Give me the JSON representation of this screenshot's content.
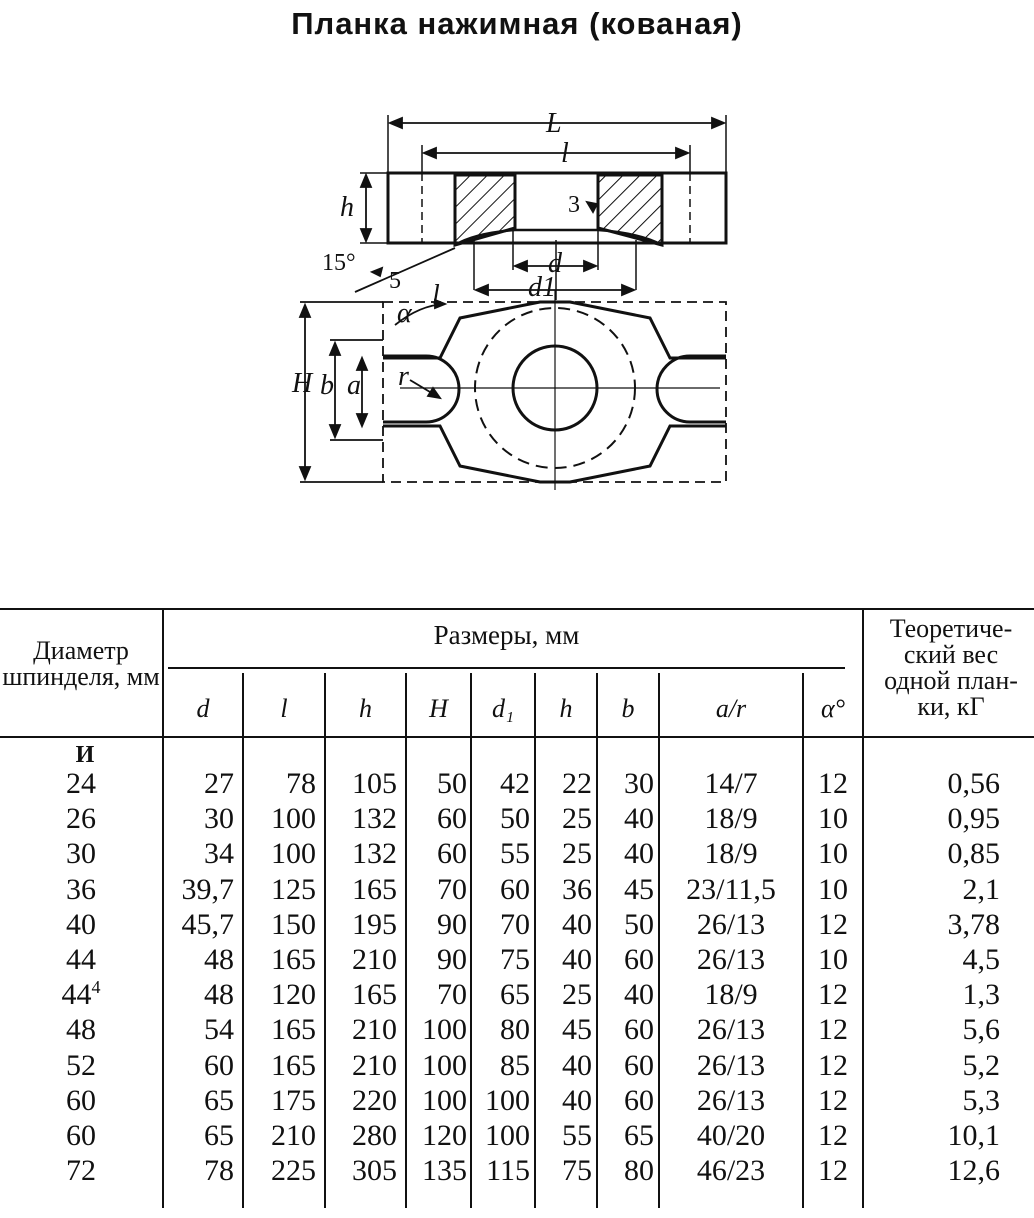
{
  "title": "Планка нажимная (кованая)",
  "drawing": {
    "labels": {
      "L": "L",
      "l": "l",
      "h": "h",
      "angle": "15°",
      "chamfer": "5",
      "depth": "3",
      "d": "d",
      "d1": "d1",
      "alpha": "α",
      "H": "H",
      "b": "b",
      "a": "a",
      "r": "r"
    }
  },
  "table": {
    "headers": {
      "diameter": "Диаметр шпинделя, мм",
      "sizes": "Размеры, мм",
      "weight": "Теоретиче-ский вес одной план-ки, кГ"
    },
    "columns": [
      "d",
      "l",
      "h",
      "H",
      "d₁",
      "h",
      "b",
      "a/r",
      "α°"
    ],
    "first_row_marker": "И",
    "rows": [
      {
        "dia": "24",
        "cells": [
          "27",
          "78",
          "105",
          "50",
          "42",
          "22",
          "30",
          "14/7",
          "12"
        ],
        "weight": "0,56"
      },
      {
        "dia": "26",
        "cells": [
          "30",
          "100",
          "132",
          "60",
          "50",
          "25",
          "40",
          "18/9",
          "10"
        ],
        "weight": "0,95"
      },
      {
        "dia": "30",
        "cells": [
          "34",
          "100",
          "132",
          "60",
          "55",
          "25",
          "40",
          "18/9",
          "10"
        ],
        "weight": "0,85"
      },
      {
        "dia": "36",
        "cells": [
          "39,7",
          "125",
          "165",
          "70",
          "60",
          "36",
          "45",
          "23/11,5",
          "10"
        ],
        "weight": "2,1"
      },
      {
        "dia": "40",
        "cells": [
          "45,7",
          "150",
          "195",
          "90",
          "70",
          "40",
          "50",
          "26/13",
          "12"
        ],
        "weight": "3,78"
      },
      {
        "dia": "44",
        "cells": [
          "48",
          "165",
          "210",
          "90",
          "75",
          "40",
          "60",
          "26/13",
          "10"
        ],
        "weight": "4,5"
      },
      {
        "dia": "44",
        "sup": "4",
        "cells": [
          "48",
          "120",
          "165",
          "70",
          "65",
          "25",
          "40",
          "18/9",
          "12"
        ],
        "weight": "1,3"
      },
      {
        "dia": "48",
        "cells": [
          "54",
          "165",
          "210",
          "100",
          "80",
          "45",
          "60",
          "26/13",
          "12"
        ],
        "weight": "5,6"
      },
      {
        "dia": "52",
        "cells": [
          "60",
          "165",
          "210",
          "100",
          "85",
          "40",
          "60",
          "26/13",
          "12"
        ],
        "weight": "5,2"
      },
      {
        "dia": "60",
        "cells": [
          "65",
          "175",
          "220",
          "100",
          "100",
          "40",
          "60",
          "26/13",
          "12"
        ],
        "weight": "5,3"
      },
      {
        "dia": "60",
        "cells": [
          "65",
          "210",
          "280",
          "120",
          "100",
          "55",
          "65",
          "40/20",
          "12"
        ],
        "weight": "10,1"
      },
      {
        "dia": "72",
        "cells": [
          "78",
          "225",
          "305",
          "135",
          "115",
          "75",
          "80",
          "46/23",
          "12"
        ],
        "weight": "12,6"
      }
    ]
  }
}
